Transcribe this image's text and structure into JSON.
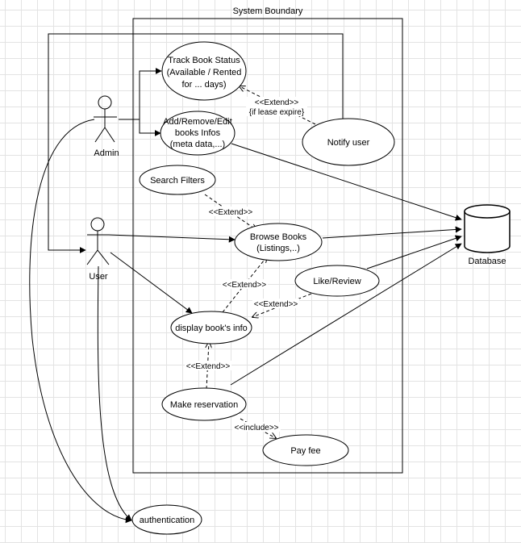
{
  "diagram": {
    "system_title": "System Boundary",
    "actors": {
      "admin": "Admin",
      "user": "User",
      "database": "Database"
    },
    "use_cases": {
      "track_status": [
        "Track Book Status",
        "(Available / Rented",
        "for ... days)"
      ],
      "edit_books": [
        "Add/Remove/Edit",
        "books Infos",
        "(meta data,...)"
      ],
      "notify_user": "Notify user",
      "search_filters": "Search Filters",
      "browse_books": [
        "Browse Books",
        "(Listings,..)"
      ],
      "like_review": "Like/Review",
      "display_info": "display book's info",
      "make_reservation": "Make reservation",
      "pay_fee": "Pay fee",
      "authentication": "authentication"
    },
    "labels": {
      "extend_notify": [
        "<<Extend>>",
        "{if lease expire}"
      ],
      "extend_search": "<<Extend>>",
      "extend_display": "<<Extend>>",
      "extend_like": "<<Extend>>",
      "extend_reservation": "<<Extend>>",
      "include_pay": "<<include>>"
    }
  }
}
